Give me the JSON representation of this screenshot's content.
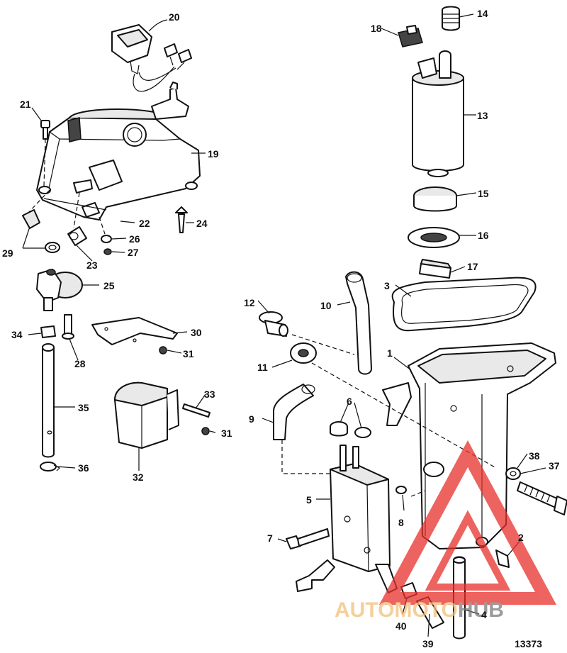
{
  "callouts": [
    {
      "id": "1",
      "label": "1"
    },
    {
      "id": "2",
      "label": "2"
    },
    {
      "id": "3",
      "label": "3"
    },
    {
      "id": "4",
      "label": "4"
    },
    {
      "id": "5",
      "label": "5"
    },
    {
      "id": "6",
      "label": "6"
    },
    {
      "id": "7",
      "label": "7"
    },
    {
      "id": "8",
      "label": "8"
    },
    {
      "id": "9",
      "label": "9"
    },
    {
      "id": "10",
      "label": "10"
    },
    {
      "id": "11",
      "label": "11"
    },
    {
      "id": "12",
      "label": "12"
    },
    {
      "id": "13",
      "label": "13"
    },
    {
      "id": "14",
      "label": "14"
    },
    {
      "id": "15",
      "label": "15"
    },
    {
      "id": "16",
      "label": "16"
    },
    {
      "id": "17",
      "label": "17"
    },
    {
      "id": "18",
      "label": "18"
    },
    {
      "id": "19",
      "label": "19"
    },
    {
      "id": "20",
      "label": "20"
    },
    {
      "id": "21",
      "label": "21"
    },
    {
      "id": "22",
      "label": "22"
    },
    {
      "id": "23",
      "label": "23"
    },
    {
      "id": "24",
      "label": "24"
    },
    {
      "id": "25",
      "label": "25"
    },
    {
      "id": "26",
      "label": "26"
    },
    {
      "id": "27",
      "label": "27"
    },
    {
      "id": "28",
      "label": "28"
    },
    {
      "id": "29",
      "label": "29"
    },
    {
      "id": "30",
      "label": "30"
    },
    {
      "id": "31a",
      "label": "31"
    },
    {
      "id": "31b",
      "label": "31"
    },
    {
      "id": "32",
      "label": "32"
    },
    {
      "id": "33",
      "label": "33"
    },
    {
      "id": "34",
      "label": "34"
    },
    {
      "id": "35",
      "label": "35"
    },
    {
      "id": "36",
      "label": "36"
    },
    {
      "id": "37",
      "label": "37"
    },
    {
      "id": "38",
      "label": "38"
    },
    {
      "id": "39",
      "label": "39"
    },
    {
      "id": "40",
      "label": "40"
    }
  ],
  "figure_number": "13373",
  "watermark": {
    "text_auto": "AUTOMOTO",
    "text_hub": "HUB",
    "color_auto": "#f2c078",
    "color_hub": "#7a7a7a",
    "color_triangle": "#e8302c"
  }
}
